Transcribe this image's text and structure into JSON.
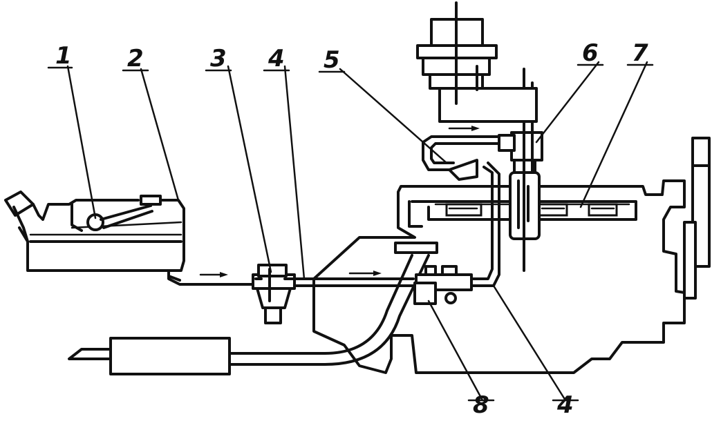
{
  "callouts": {
    "c1": "1",
    "c2": "2",
    "c3": "3",
    "c4_top": "4",
    "c5": "5",
    "c6": "6",
    "c7": "7",
    "c8": "8",
    "c4_bottom": "4"
  }
}
